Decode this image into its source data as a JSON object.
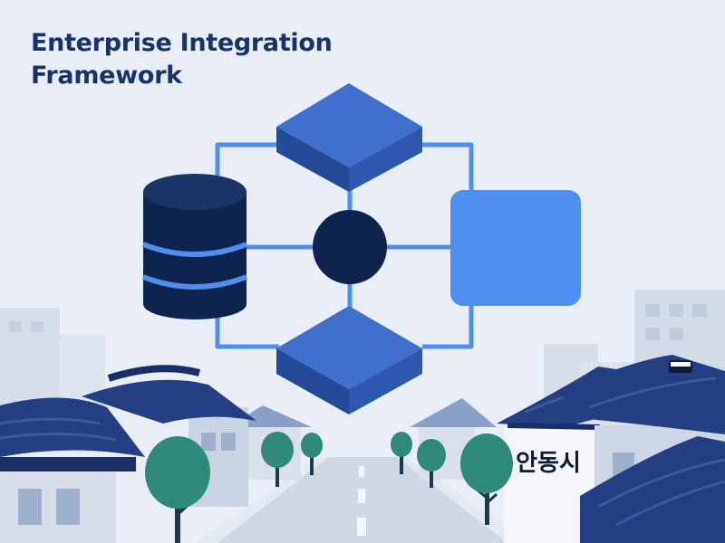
{
  "title": {
    "line1": "Enterprise Integration",
    "line2": "Framework"
  },
  "signboard": {
    "text": "안동시"
  },
  "colors": {
    "background": "#e9eef6",
    "title": "#18336b",
    "connector": "#4f8ef0",
    "hub": "#0f234f",
    "database": "#0f234f",
    "database_stripes": "#4f8ef0",
    "node_top": "#3d67c0",
    "node_side": "#244a9a",
    "block": "#4d90f2",
    "roof": "#253f85",
    "tree": "#2f8a79",
    "road": "#cfd7e2"
  },
  "diagram": {
    "nodes": [
      {
        "id": "database",
        "icon": "database-icon"
      },
      {
        "id": "hub",
        "icon": "circle-hub"
      },
      {
        "id": "top-node",
        "icon": "isometric-block"
      },
      {
        "id": "bottom-node",
        "icon": "isometric-block"
      },
      {
        "id": "right-node",
        "icon": "rounded-square"
      }
    ],
    "edges": [
      [
        "database",
        "hub"
      ],
      [
        "hub",
        "top-node"
      ],
      [
        "hub",
        "bottom-node"
      ],
      [
        "hub",
        "right-node"
      ],
      [
        "database",
        "top-node"
      ],
      [
        "database",
        "bottom-node"
      ],
      [
        "top-node",
        "right-node"
      ],
      [
        "bottom-node",
        "right-node"
      ]
    ]
  }
}
